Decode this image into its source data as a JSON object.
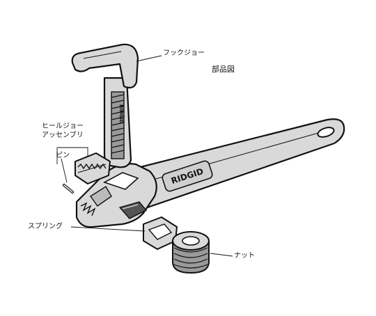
{
  "diagram": {
    "title": "部品図",
    "brand_mark": "RIDGID",
    "labels": {
      "hook_jaw": "フックジョー",
      "heel_jaw_line1": "ヒールジョー",
      "heel_jaw_line2": "アッセンブリ",
      "pin": "ピン",
      "spring": "スプリング",
      "nut": "ナット"
    },
    "colors": {
      "ink": "#111111",
      "body": "#d9d9d9",
      "shade": "#9a9a9a",
      "paper": "#ffffff"
    }
  }
}
